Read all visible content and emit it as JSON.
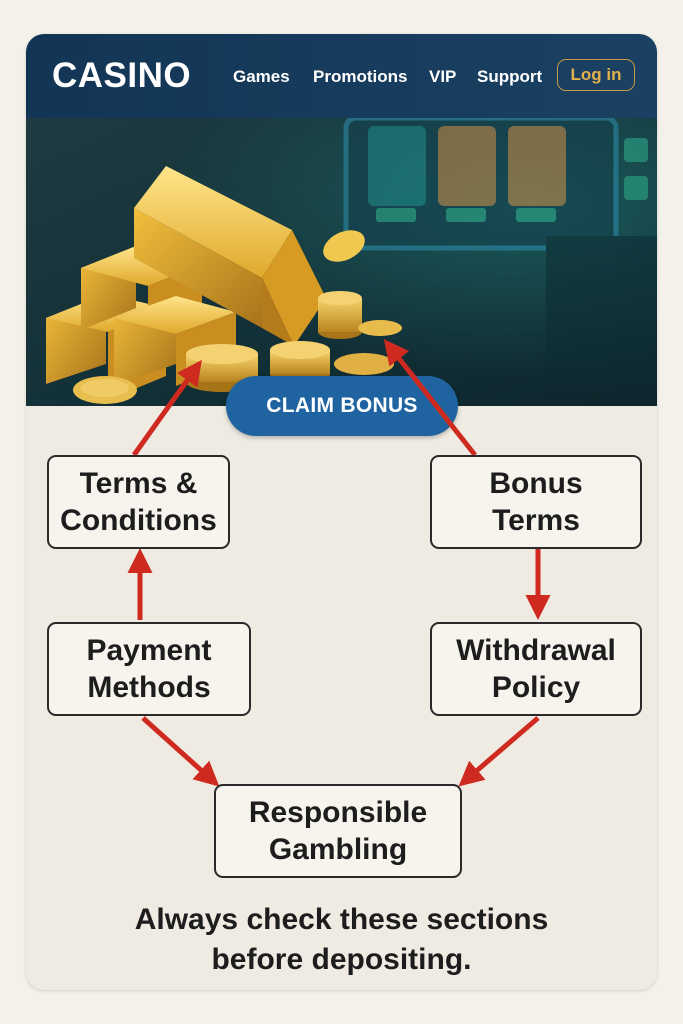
{
  "header": {
    "logo": "CASINO",
    "nav": [
      "Games",
      "Promotions",
      "VIP",
      "Support"
    ],
    "login_label": "Log in"
  },
  "hero": {
    "cta_label": "CLAIM BONUS"
  },
  "diagram": {
    "nodes": {
      "terms_conditions": [
        "Terms &",
        "Conditions"
      ],
      "bonus_terms": [
        "Bonus",
        "Terms"
      ],
      "payment_methods": [
        "Payment",
        "Methods"
      ],
      "withdrawal_policy": [
        "Withdrawal",
        "Policy"
      ],
      "responsible_gambling": [
        "Responsible",
        "Gambling"
      ]
    },
    "edges": [
      [
        "payment_methods",
        "terms_conditions"
      ],
      [
        "terms_conditions",
        "claim_bonus"
      ],
      [
        "bonus_terms",
        "claim_bonus"
      ],
      [
        "bonus_terms",
        "withdrawal_policy"
      ],
      [
        "payment_methods",
        "responsible_gambling"
      ],
      [
        "withdrawal_policy",
        "responsible_gambling"
      ]
    ]
  },
  "footer": {
    "lines": [
      "Always check these sections",
      "before depositing."
    ]
  },
  "colors": {
    "navbar": "#133555",
    "accent_gold": "#e3b04b",
    "cta_blue": "#1f64a0",
    "arrow_red": "#cf2a1f",
    "background": "#f4f1ea"
  }
}
